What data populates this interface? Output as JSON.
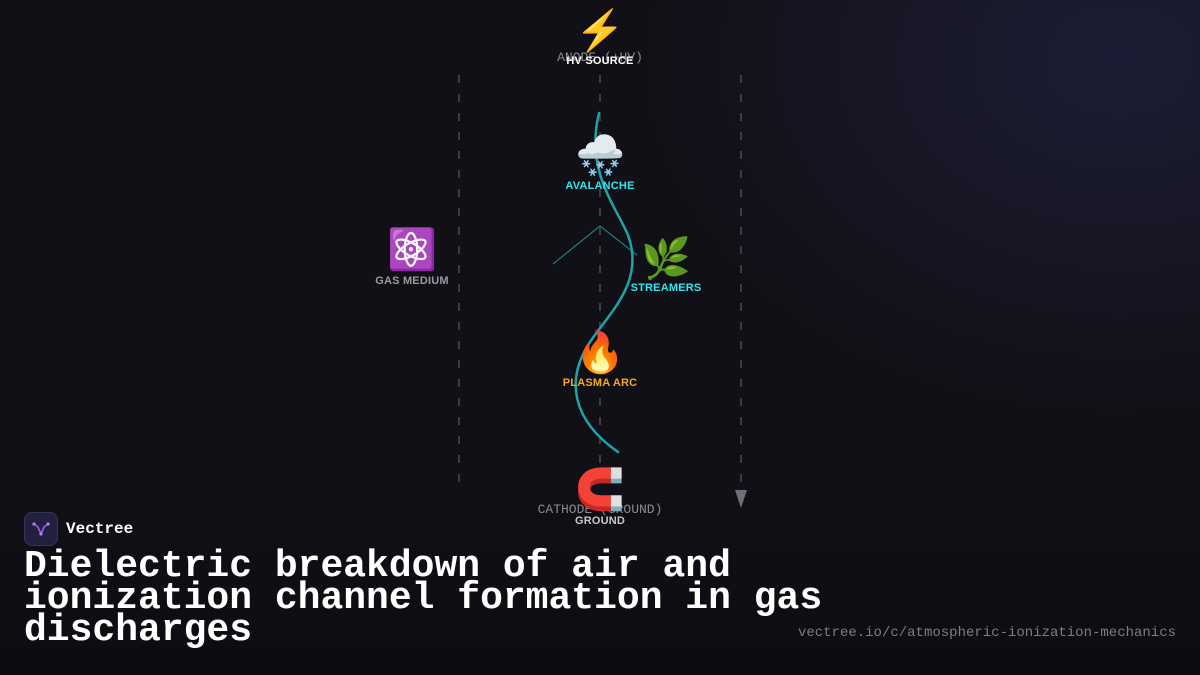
{
  "brand": {
    "name": "Vectree"
  },
  "title": "Dielectric breakdown of air and ionization channel formation in gas discharges",
  "url": "vectree.io/c/atmospheric-ionization-mechanics",
  "tags": {
    "anode": "ANODE (+HV)",
    "cathode": "CATHODE (GROUND)"
  },
  "nodes": {
    "hv_source": {
      "icon": "⚡",
      "icon_name": "lightning-icon",
      "label": "HV SOURCE"
    },
    "avalanche": {
      "icon": "🌨️",
      "icon_name": "snow-cloud-icon",
      "label": "AVALANCHE"
    },
    "gas_medium": {
      "icon": "⚛️",
      "icon_name": "atom-icon",
      "label": "GAS MEDIUM"
    },
    "streamers": {
      "icon": "🌿",
      "icon_name": "herb-icon",
      "label": "STREAMERS"
    },
    "plasma_arc": {
      "icon": "🔥",
      "icon_name": "fire-icon",
      "label": "PLASMA ARC"
    },
    "ground": {
      "icon": "🧲",
      "icon_name": "magnet-icon",
      "label": "GROUND"
    }
  },
  "colors": {
    "background": "#111016",
    "channel": "#1fa3a8",
    "cyan_label": "#2de8f0",
    "orange_label": "#f5a623",
    "white_label": "#ffffff",
    "gray_label": "#9a9aa2",
    "guide_line": "#4a4a52"
  }
}
